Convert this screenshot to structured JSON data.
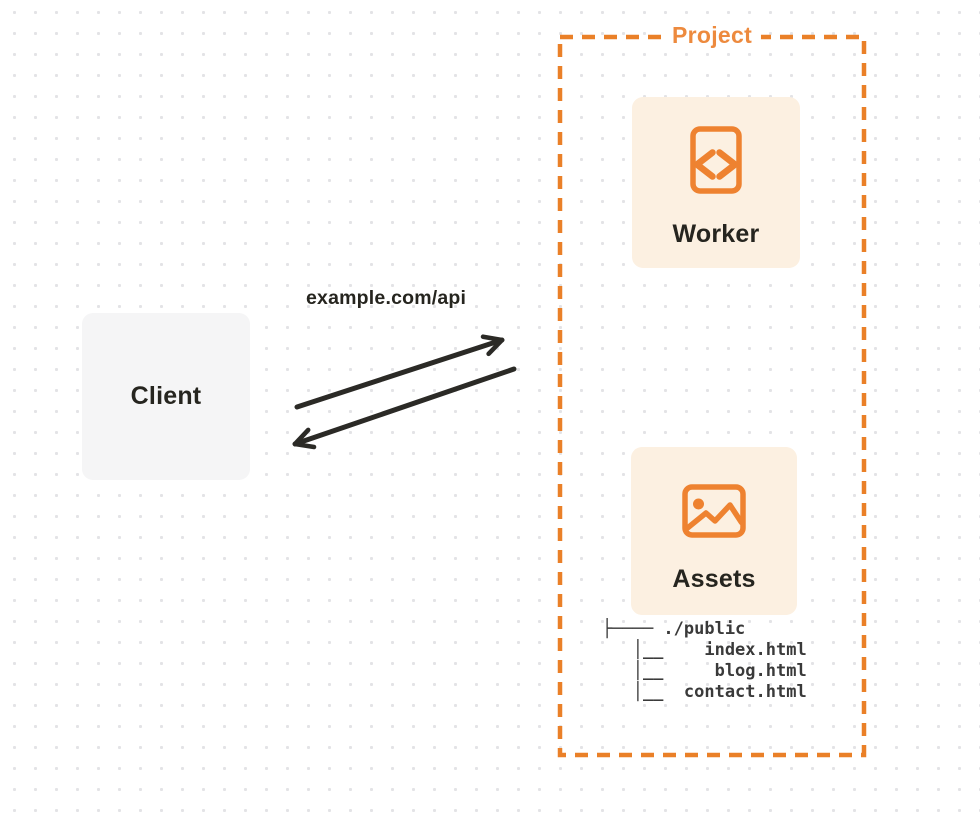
{
  "colors": {
    "accent_orange": "#ea8028",
    "project_label_orange": "#ed8a3e",
    "card_cream": "#fcf0e1",
    "client_gray": "#f5f5f6",
    "ink": "#26251f",
    "tree_ink": "#3a3a3a",
    "dot_grid": "#e3e3e6"
  },
  "client": {
    "label": "Client"
  },
  "request": {
    "label": "example.com/api"
  },
  "project": {
    "label": "Project",
    "worker": {
      "label": "Worker",
      "icon": "code-document-icon"
    },
    "assets": {
      "label": "Assets",
      "icon": "image-icon",
      "tree": "├──── ./public\n   │__    index.html\n   │__     blog.html\n   │__  contact.html"
    }
  }
}
